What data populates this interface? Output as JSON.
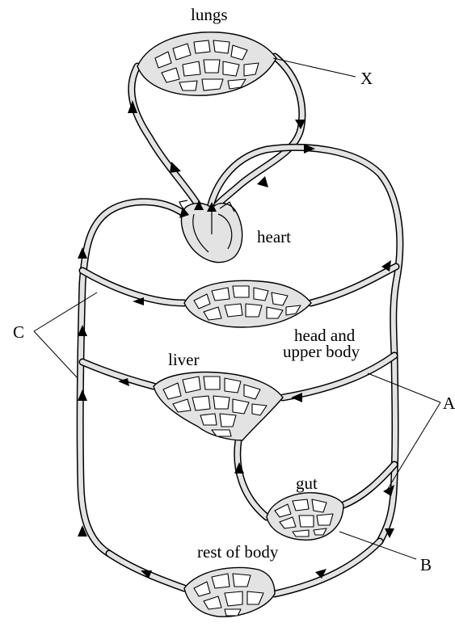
{
  "colors": {
    "vessel_fill": "#e3e3e3",
    "line": "#000000",
    "background": "#ffffff"
  },
  "labels": {
    "lungs": "lungs",
    "heart": "heart",
    "head_and": "head and",
    "upper_body": "upper body",
    "liver": "liver",
    "gut": "gut",
    "rest_of_body": "rest of body",
    "x": "X",
    "a": "A",
    "b": "B",
    "c": "C"
  }
}
